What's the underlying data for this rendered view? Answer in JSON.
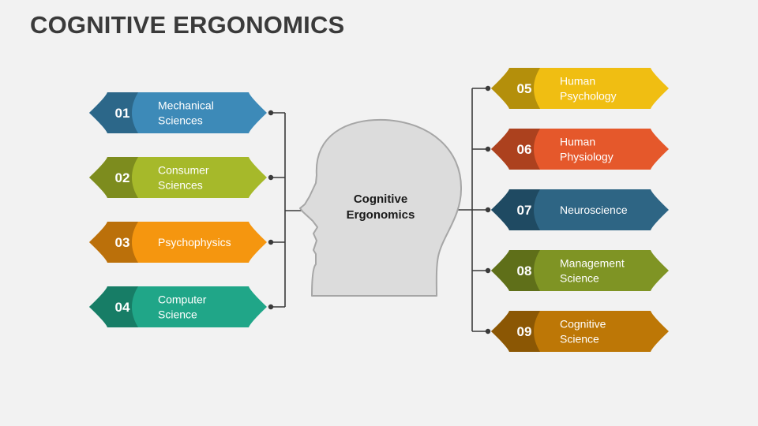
{
  "title": "COGNITIVE ERGONOMICS",
  "center": {
    "lines": [
      "Cognitive",
      "Ergonomics"
    ]
  },
  "left_items": [
    {
      "num": "01",
      "lines": [
        "Mechanical",
        "Sciences"
      ],
      "color": "#3d8ab8",
      "dark": "#2c6789"
    },
    {
      "num": "02",
      "lines": [
        "Consumer",
        "Sciences"
      ],
      "color": "#a6b92a",
      "dark": "#7d8c1e"
    },
    {
      "num": "03",
      "lines": [
        "Psychophysics"
      ],
      "color": "#f5960f",
      "dark": "#bb700a"
    },
    {
      "num": "04",
      "lines": [
        "Computer",
        "Science"
      ],
      "color": "#20a688",
      "dark": "#177d66"
    }
  ],
  "right_items": [
    {
      "num": "05",
      "lines": [
        "Human",
        "Psychology"
      ],
      "color": "#f0be12",
      "dark": "#b48f0b"
    },
    {
      "num": "06",
      "lines": [
        "Human",
        "Physiology"
      ],
      "color": "#e5582b",
      "dark": "#ac411e"
    },
    {
      "num": "07",
      "lines": [
        "Neuroscience"
      ],
      "color": "#2e6584",
      "dark": "#1f4a62"
    },
    {
      "num": "08",
      "lines": [
        "Management",
        "Science"
      ],
      "color": "#7f9424",
      "dark": "#5f6f19"
    },
    {
      "num": "09",
      "lines": [
        "Cognitive",
        "Science"
      ],
      "color": "#bd7706",
      "dark": "#8b5704"
    }
  ]
}
